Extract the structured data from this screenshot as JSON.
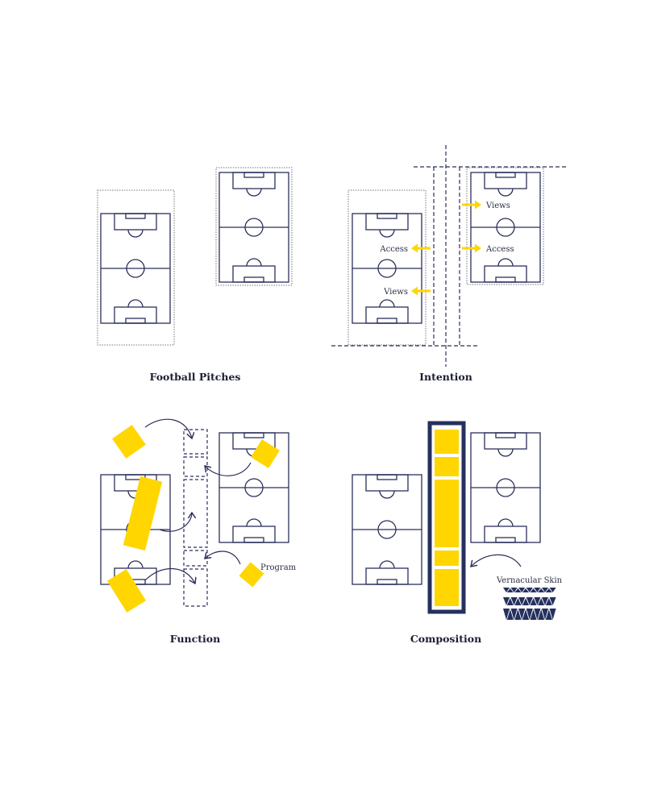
{
  "colors": {
    "navy": "#2b2f5a",
    "yellow": "#ffd600",
    "text": "#1b1f33"
  },
  "panels": [
    {
      "title": "Football Pitches"
    },
    {
      "title": "Intention",
      "labels": {
        "views_right": "Views",
        "access_right": "Access",
        "access_left": "Access",
        "views_left": "Views"
      }
    },
    {
      "title": "Function",
      "labels": {
        "program": "Program"
      }
    },
    {
      "title": "Composition",
      "labels": {
        "skin": "Vernacular Skin"
      }
    }
  ]
}
